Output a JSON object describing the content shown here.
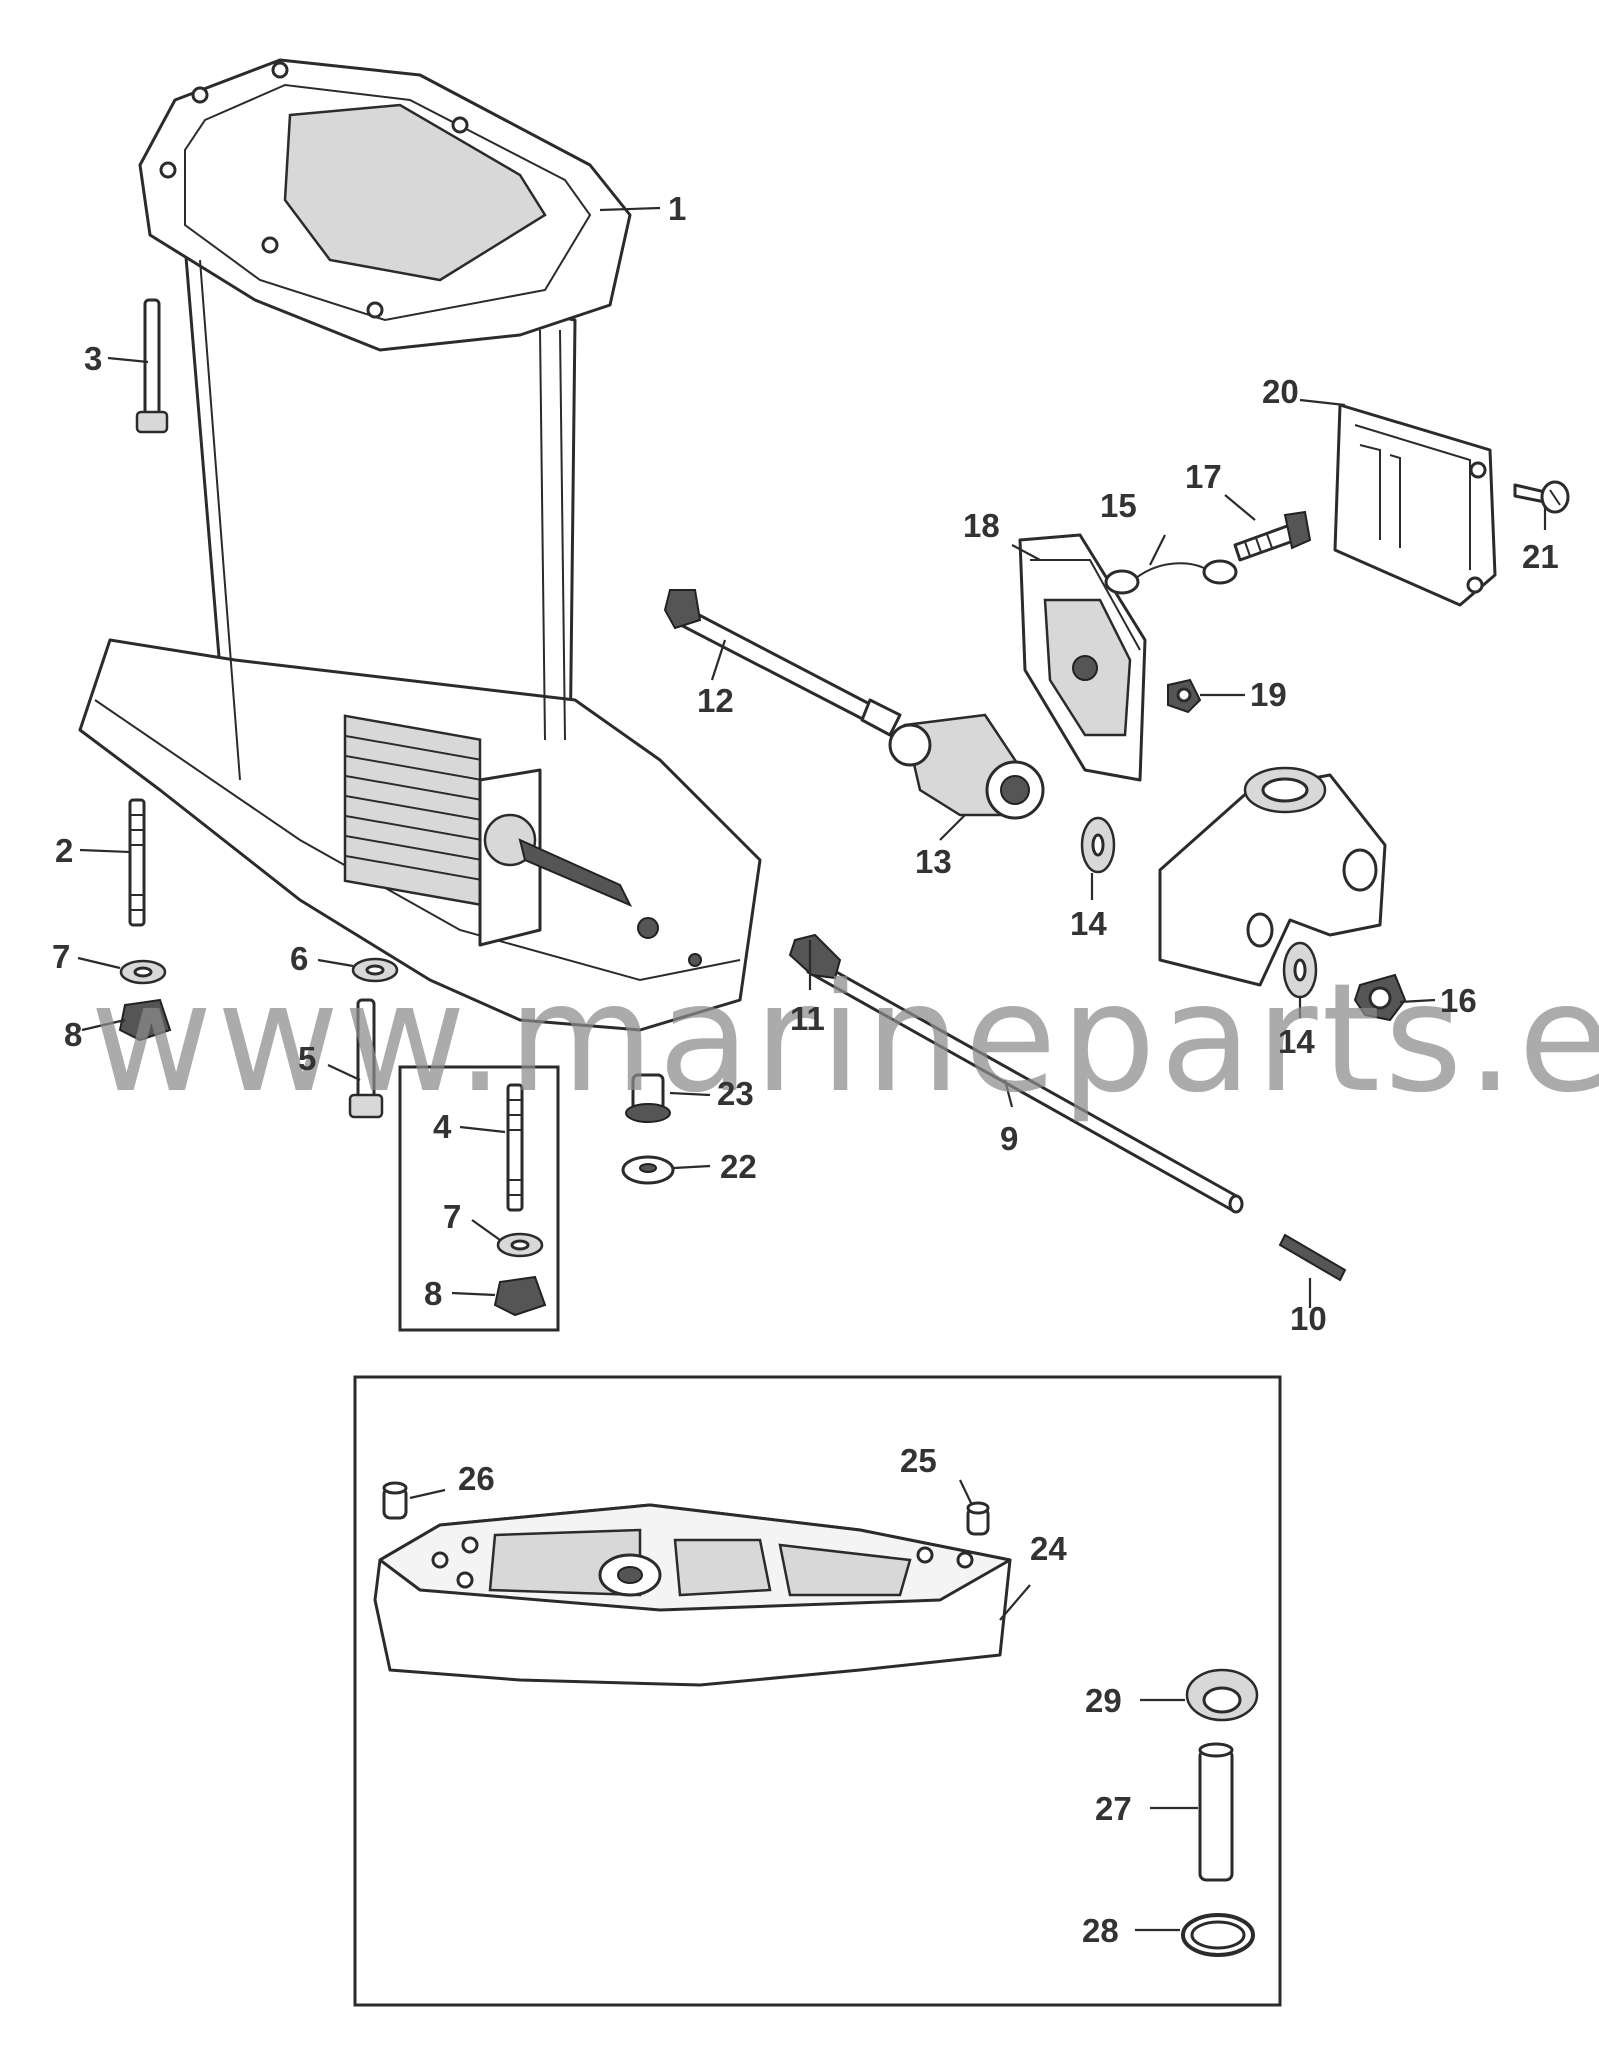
{
  "watermark": "www.marineparts.eu",
  "callouts": {
    "c1": "1",
    "c2": "2",
    "c3": "3",
    "c4": "4",
    "c5": "5",
    "c6": "6",
    "c7a": "7",
    "c7b": "7",
    "c8a": "8",
    "c8b": "8",
    "c9": "9",
    "c10": "10",
    "c11": "11",
    "c12": "12",
    "c13": "13",
    "c14a": "14",
    "c14b": "14",
    "c15": "15",
    "c16": "16",
    "c17": "17",
    "c18": "18",
    "c19": "19",
    "c20": "20",
    "c21": "21",
    "c22": "22",
    "c23": "23",
    "c24": "24",
    "c25": "25",
    "c26": "26",
    "c27": "27",
    "c28": "28",
    "c29": "29"
  }
}
